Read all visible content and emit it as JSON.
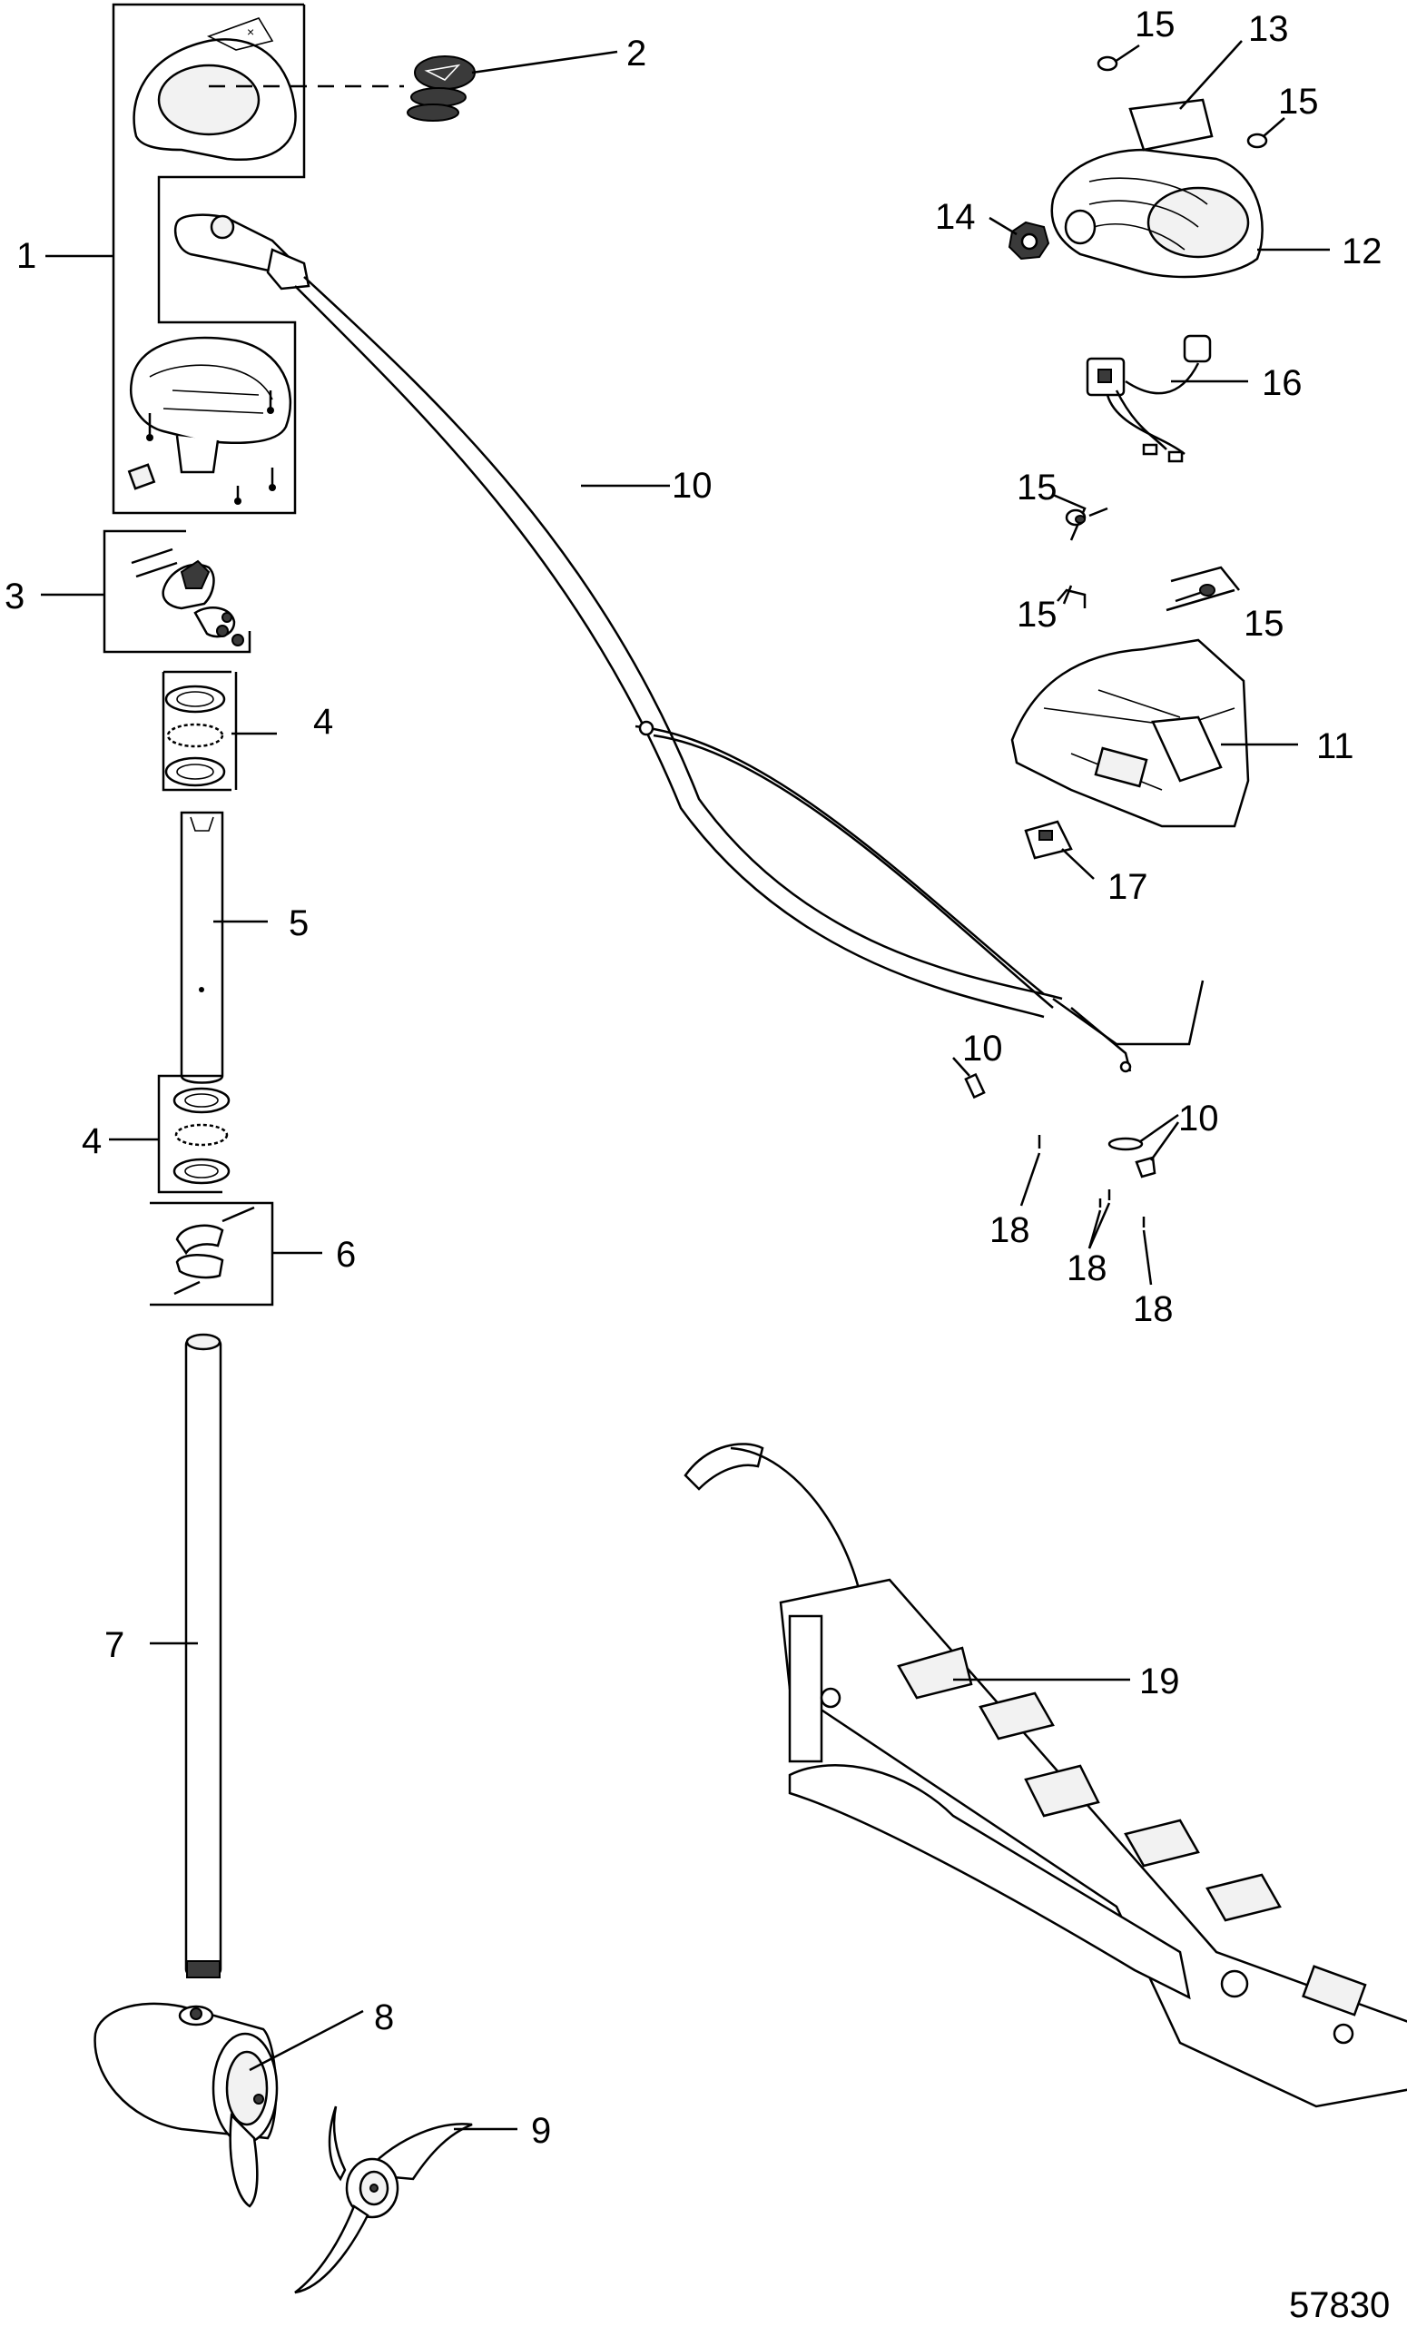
{
  "figure_number": "57830",
  "callouts": {
    "c1": "1",
    "c2": "2",
    "c3": "3",
    "c4a": "4",
    "c4b": "4",
    "c5": "5",
    "c6": "6",
    "c7": "7",
    "c8": "8",
    "c9": "9",
    "c10a": "10",
    "c10b": "10",
    "c10c": "10",
    "c11": "11",
    "c12": "12",
    "c13": "13",
    "c14": "14",
    "c15a": "15",
    "c15b": "15",
    "c15c": "15",
    "c15d": "15",
    "c15e": "15",
    "c16": "16",
    "c17": "17",
    "c18a": "18",
    "c18b": "18",
    "c18c": "18",
    "c19": "19"
  }
}
